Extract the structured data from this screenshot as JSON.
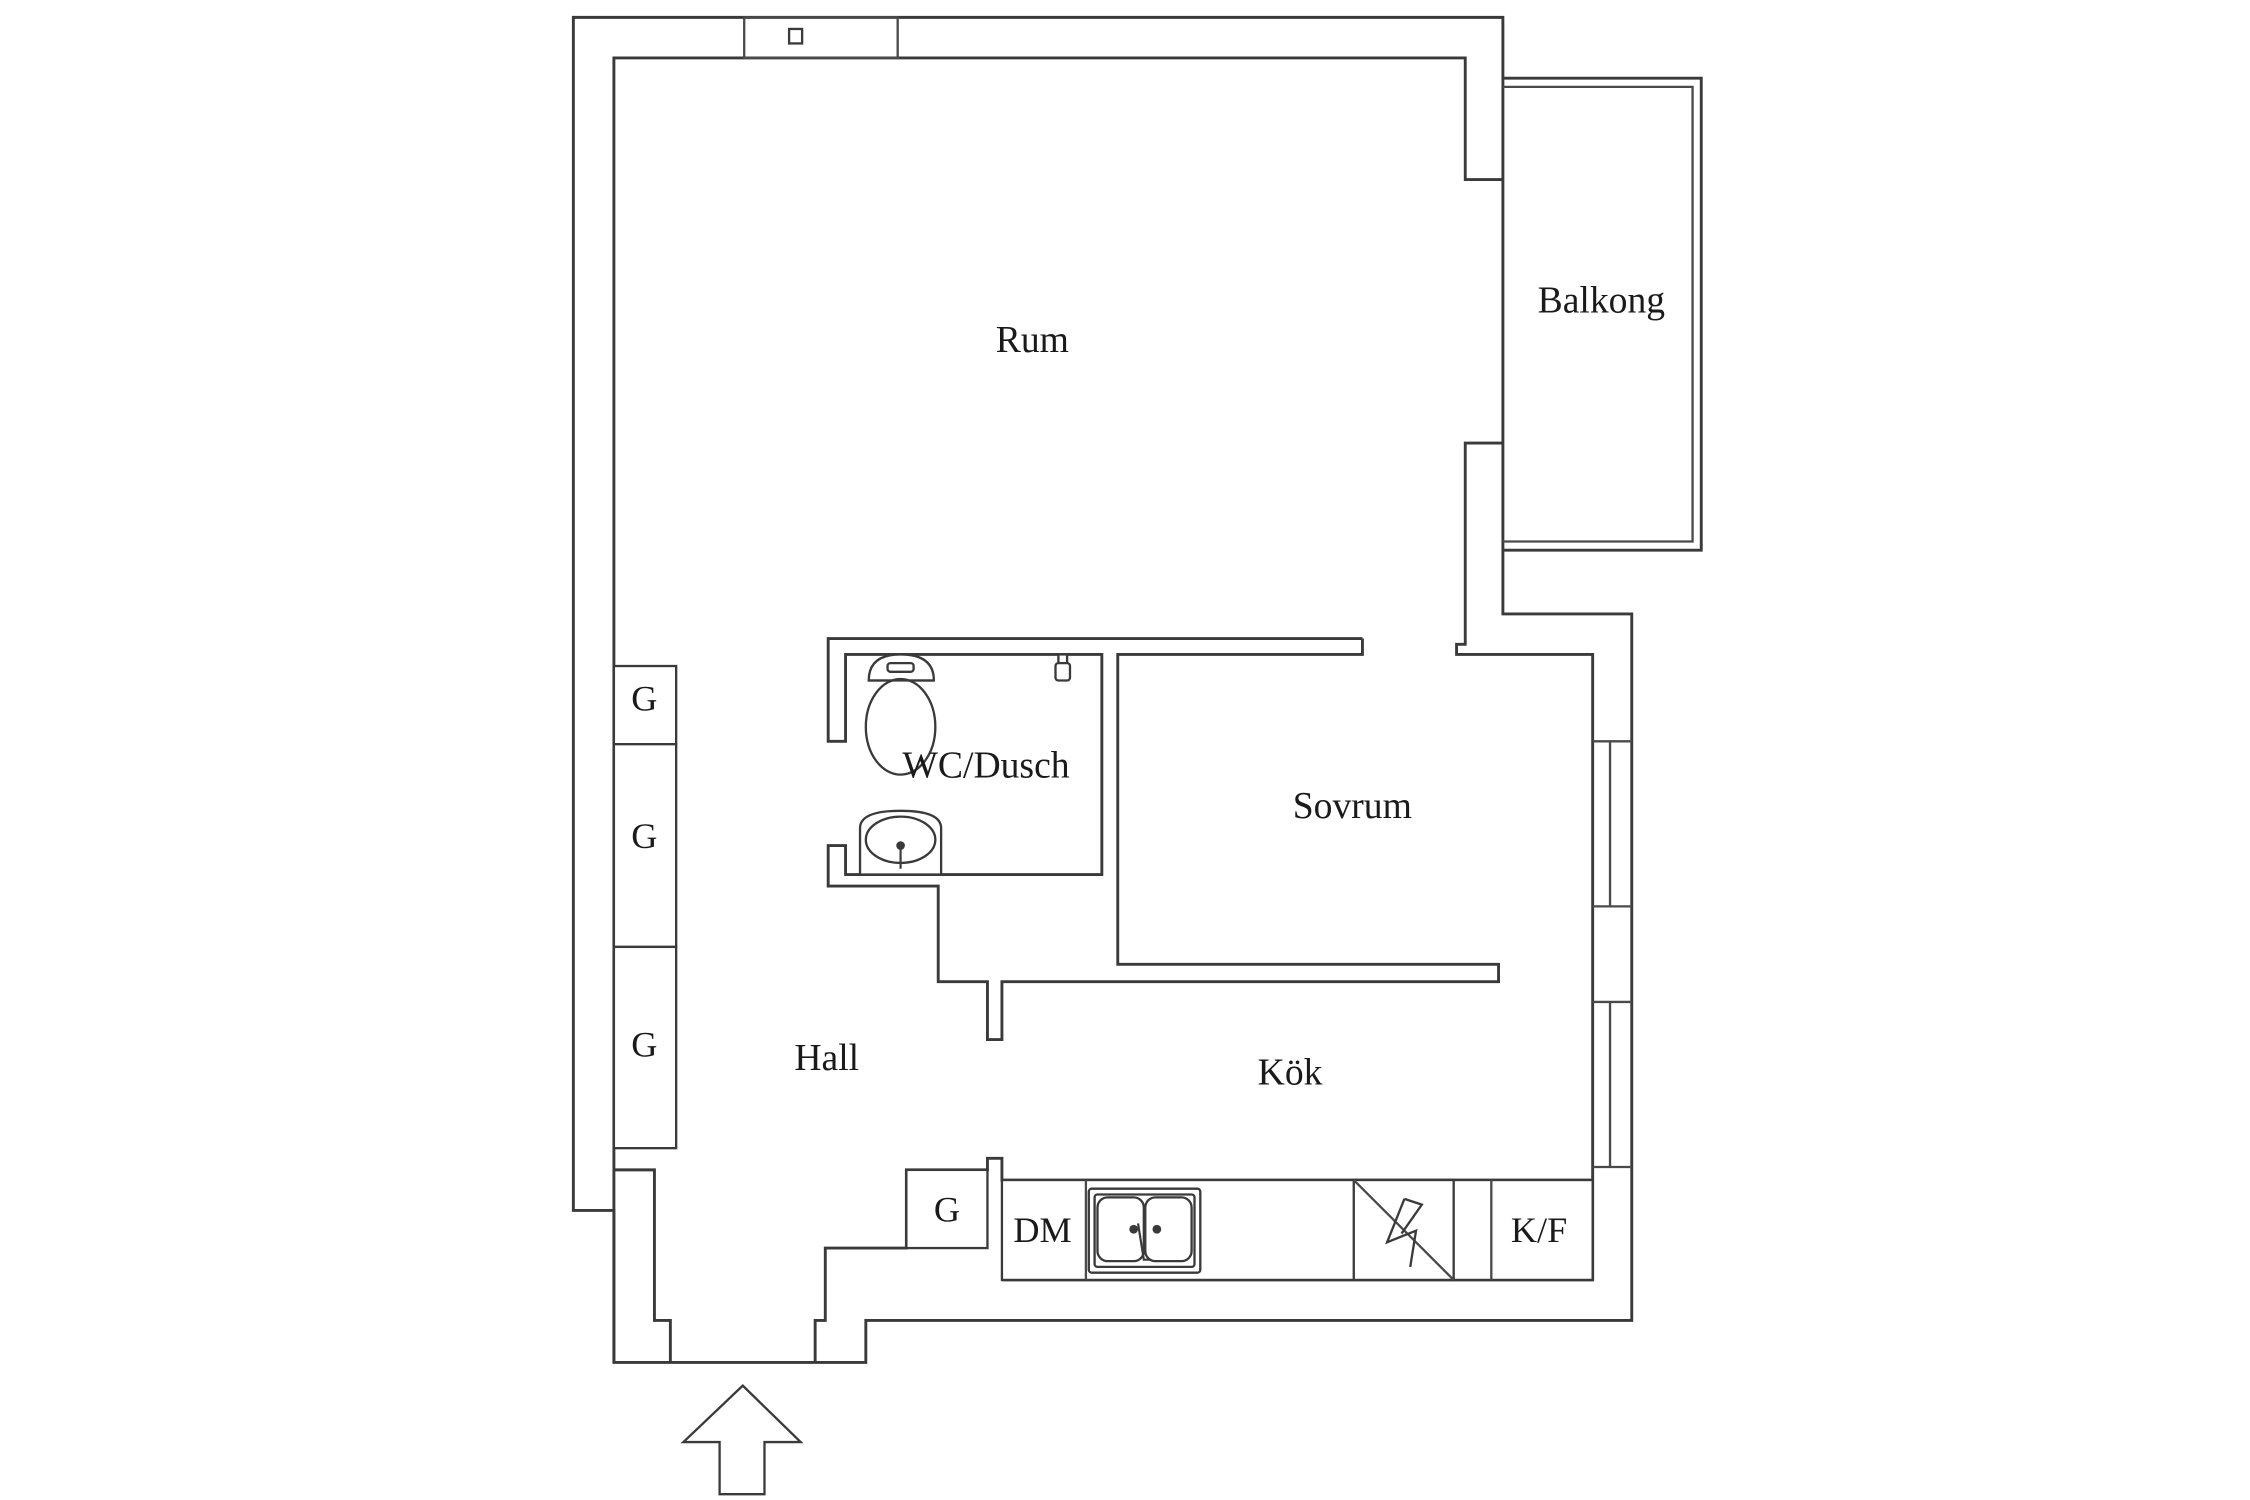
{
  "plan": {
    "rooms": {
      "rum": "Rum",
      "balkong": "Balkong",
      "wc": "WC/Dusch",
      "sovrum": "Sovrum",
      "hall": "Hall",
      "kok": "Kök"
    },
    "fixtures": {
      "closet": "G",
      "dishwasher": "DM",
      "fridge": "K/F"
    },
    "entrance_arrow": "entrance-arrow"
  }
}
